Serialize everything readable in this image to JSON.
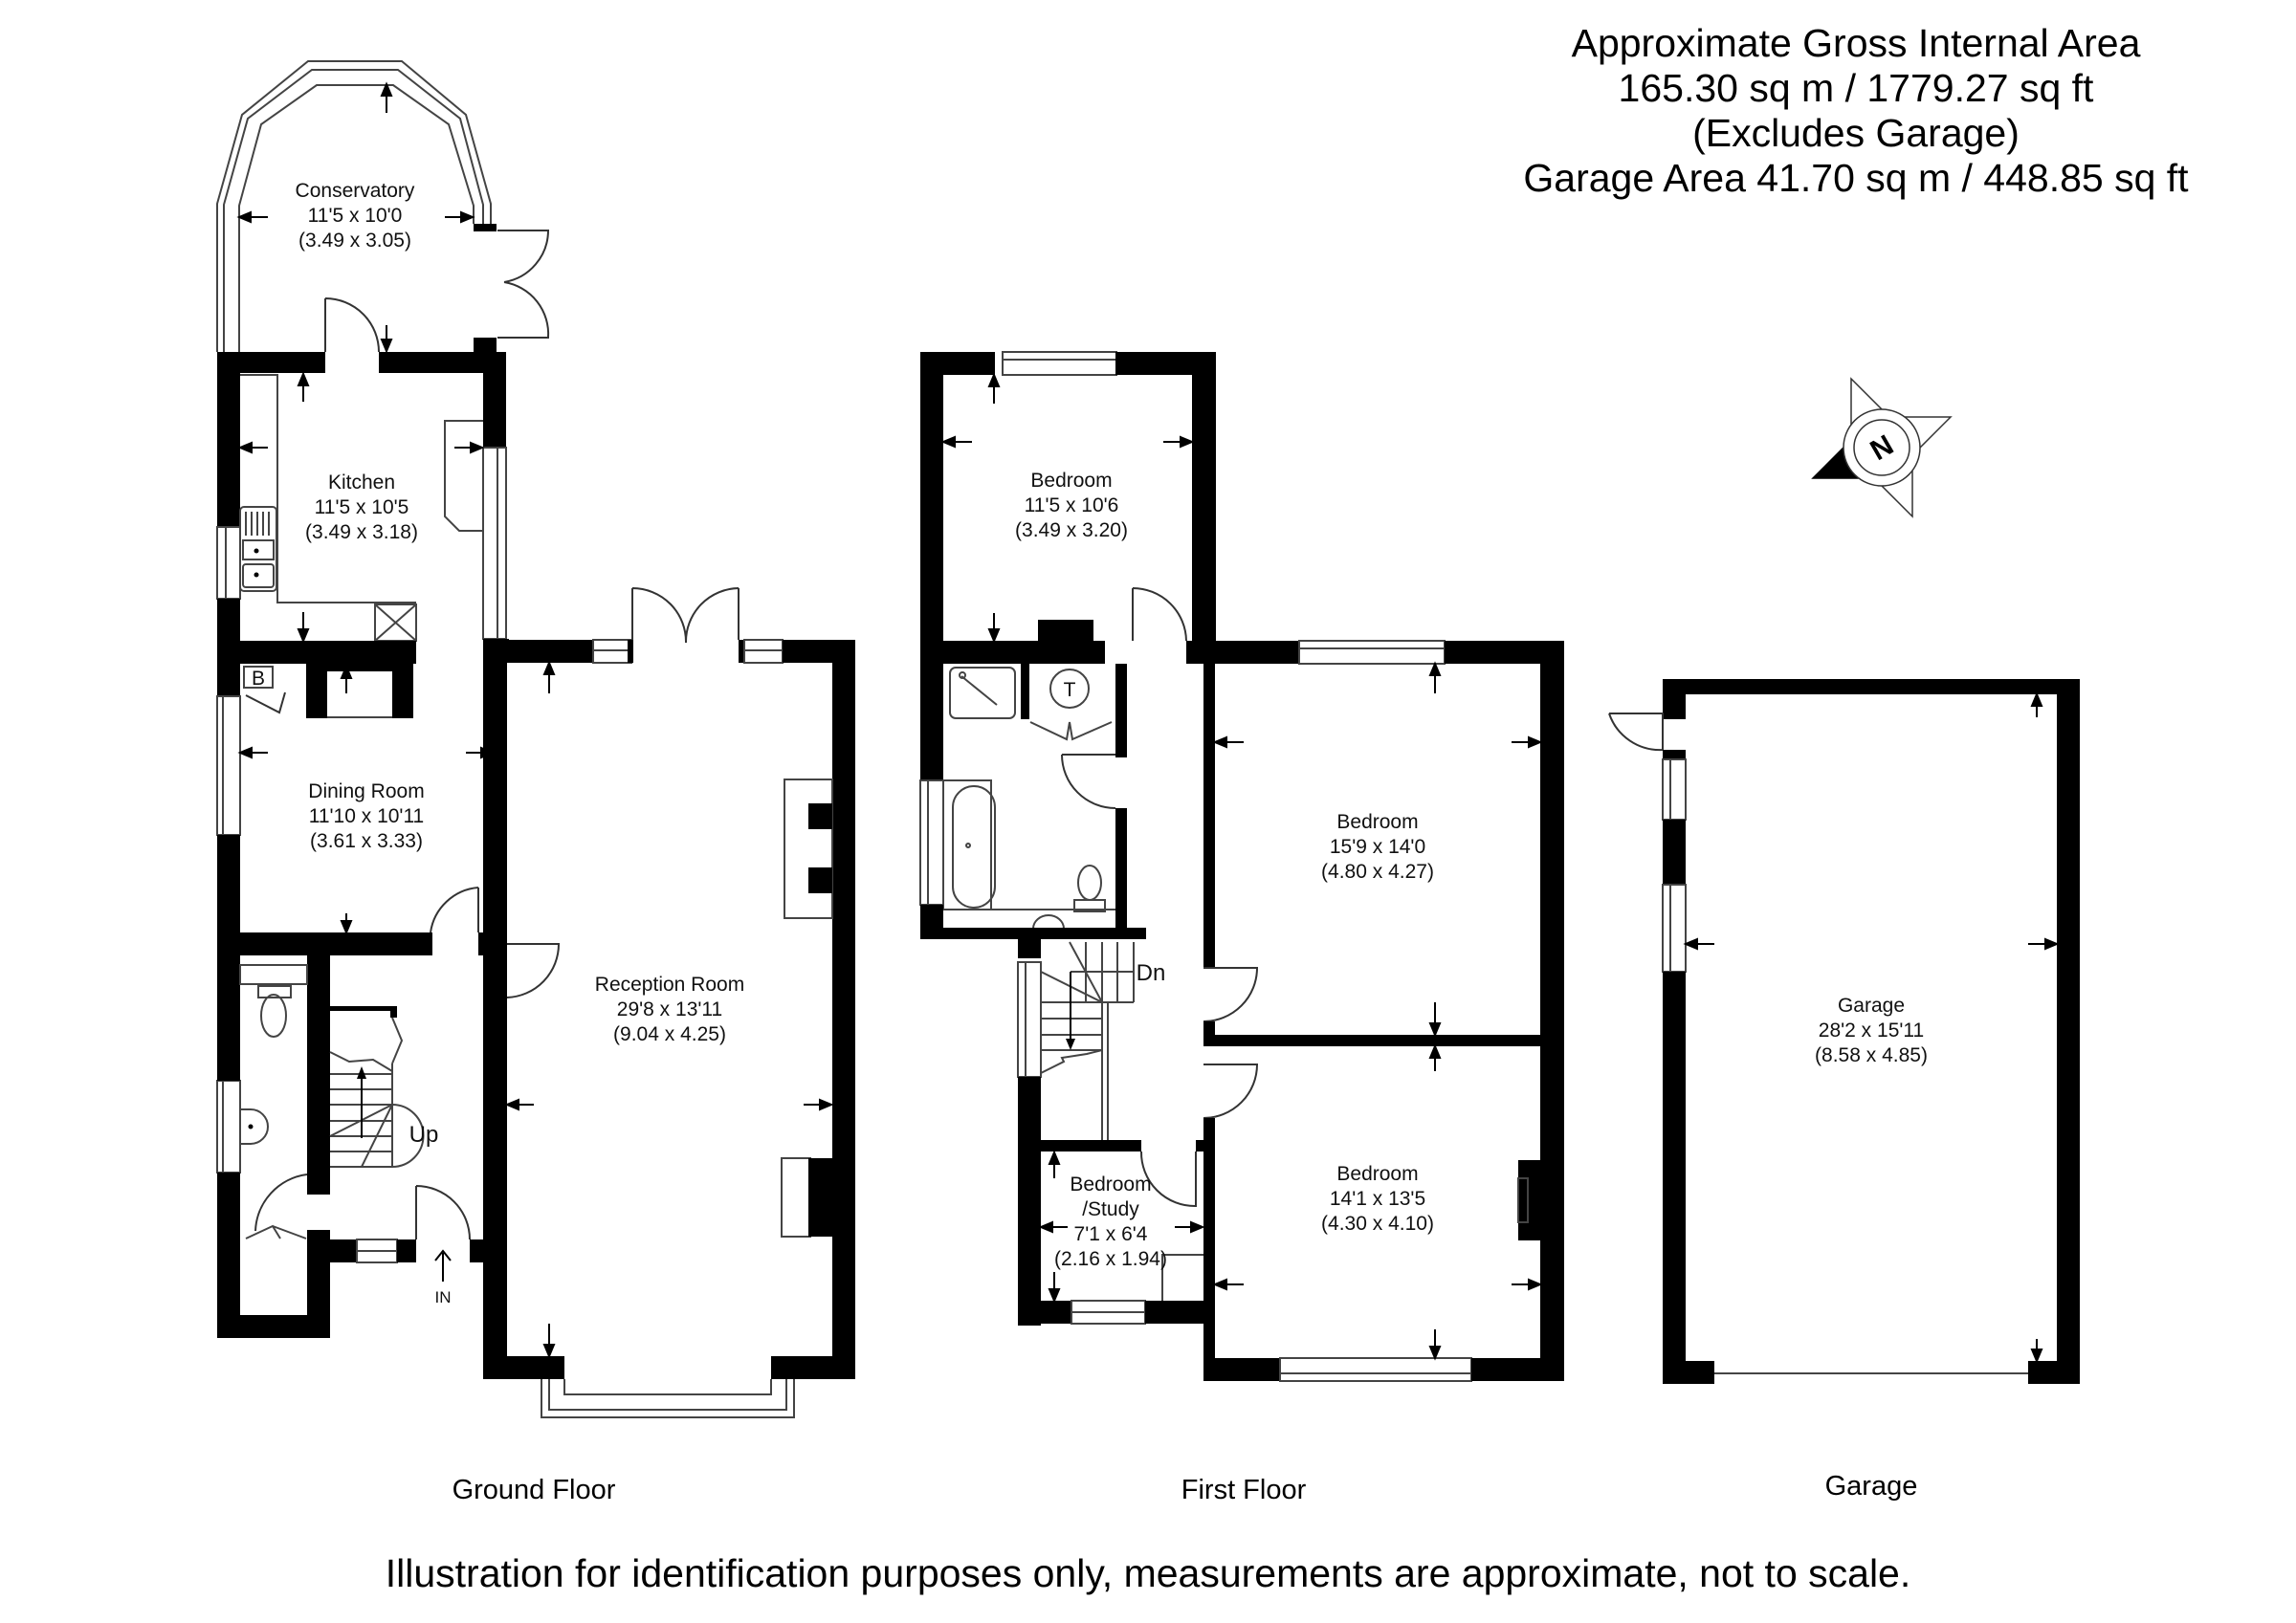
{
  "header": {
    "line1": "Approximate Gross Internal Area",
    "line2": "165.30 sq m / 1779.27 sq ft",
    "line3": "(Excludes Garage)",
    "line4": "Garage Area 41.70 sq m / 448.85 sq ft"
  },
  "compass": {
    "label": "N"
  },
  "floors": {
    "ground": {
      "label": "Ground Floor",
      "rooms": {
        "conservatory": {
          "name": "Conservatory",
          "imperial": "11'5 x 10'0",
          "metric": "(3.49 x 3.05)"
        },
        "kitchen": {
          "name": "Kitchen",
          "imperial": "11'5 x 10'5",
          "metric": "(3.49 x 3.18)"
        },
        "dining": {
          "name": "Dining Room",
          "imperial": "11'10 x 10'11",
          "metric": "(3.61 x 3.33)"
        },
        "reception": {
          "name": "Reception Room",
          "imperial": "29'8 x 13'11",
          "metric": "(9.04 x 4.25)"
        }
      },
      "markers": {
        "boiler": "B",
        "stairs": "Up",
        "entrance": "IN"
      }
    },
    "first": {
      "label": "First Floor",
      "rooms": {
        "bedroom_rear": {
          "name": "Bedroom",
          "imperial": "11'5 x 10'6",
          "metric": "(3.49 x 3.20)"
        },
        "bedroom_large": {
          "name": "Bedroom",
          "imperial": "15'9 x 14'0",
          "metric": "(4.80 x 4.27)"
        },
        "bedroom_front": {
          "name": "Bedroom",
          "imperial": "14'1 x 13'5",
          "metric": "(4.30 x 4.10)"
        },
        "study": {
          "name": "Bedroom",
          "name2": "/Study",
          "imperial": "7'1 x 6'4",
          "metric": "(2.16 x 1.94)"
        }
      },
      "markers": {
        "tank": "T",
        "stairs": "Dn"
      }
    },
    "garage": {
      "label": "Garage",
      "rooms": {
        "garage": {
          "name": "Garage",
          "imperial": "28'2 x 15'11",
          "metric": "(8.58 x 4.85)"
        }
      }
    }
  },
  "footer": {
    "disclaimer": "Illustration for identification purposes only, measurements are approximate, not to scale."
  }
}
